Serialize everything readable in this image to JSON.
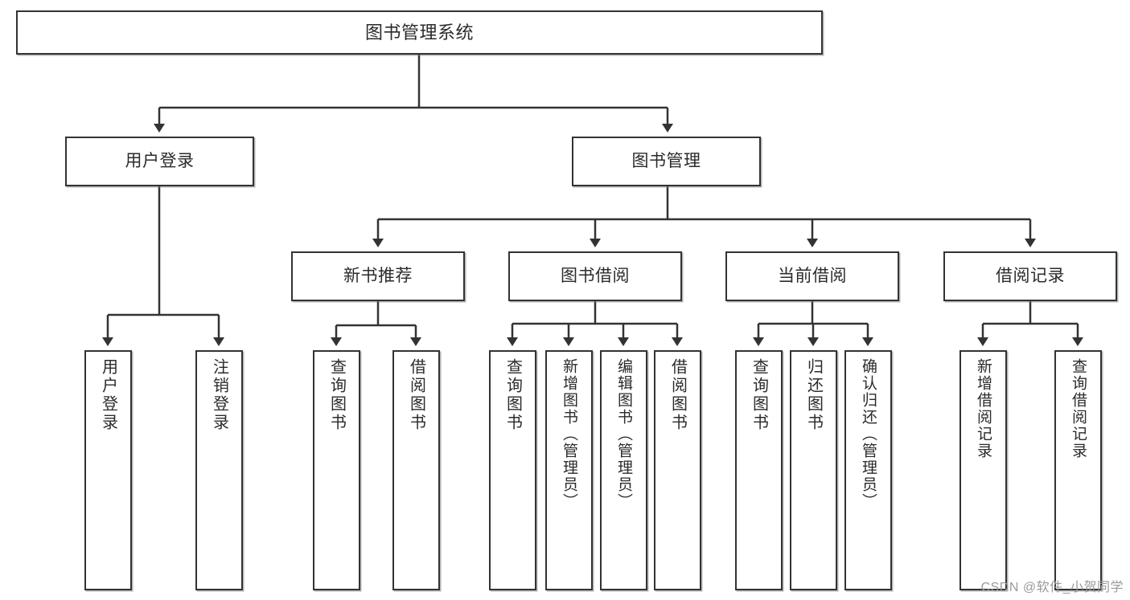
{
  "diagram": {
    "title_node": {
      "label": "图书管理系统"
    },
    "level2": [
      {
        "id": "user-login",
        "label": "用户登录"
      },
      {
        "id": "book-manage",
        "label": "图书管理"
      }
    ],
    "level3": [
      {
        "id": "new-book-recommend",
        "label": "新书推荐"
      },
      {
        "id": "book-borrow",
        "label": "图书借阅"
      },
      {
        "id": "current-borrow",
        "label": "当前借阅"
      },
      {
        "id": "borrow-record",
        "label": "借阅记录"
      }
    ],
    "leaves": [
      {
        "id": "leaf-user-login",
        "label": "用户登录",
        "parent": "user-login"
      },
      {
        "id": "leaf-user-logout",
        "label": "注销登录",
        "parent": "user-login"
      },
      {
        "id": "leaf-query-book-1",
        "label": "查询图书",
        "parent": "new-book-recommend"
      },
      {
        "id": "leaf-borrow-book-1",
        "label": "借阅图书",
        "parent": "new-book-recommend"
      },
      {
        "id": "leaf-query-book-2",
        "label": "查询图书",
        "parent": "book-borrow"
      },
      {
        "id": "leaf-add-book",
        "label": "新增图书（管理员）",
        "parent": "book-borrow"
      },
      {
        "id": "leaf-edit-book",
        "label": "编辑图书（管理员）",
        "parent": "book-borrow"
      },
      {
        "id": "leaf-borrow-book-2",
        "label": "借阅图书",
        "parent": "book-borrow"
      },
      {
        "id": "leaf-query-book-3",
        "label": "查询图书",
        "parent": "current-borrow"
      },
      {
        "id": "leaf-return-book",
        "label": "归还图书",
        "parent": "current-borrow"
      },
      {
        "id": "leaf-confirm-return",
        "label": "确认归还（管理员）",
        "parent": "current-borrow"
      },
      {
        "id": "leaf-add-record",
        "label": "新增借阅记录",
        "parent": "borrow-record"
      },
      {
        "id": "leaf-query-record",
        "label": "查询借阅记录",
        "parent": "borrow-record"
      }
    ]
  },
  "watermark": {
    "text": "CSDN @软件_小贺同学"
  },
  "colors": {
    "box_border": "#333333",
    "box_fill": "#ffffff",
    "connector": "#333333",
    "text": "#2b2b2b",
    "watermark": "#9a9a9a"
  }
}
